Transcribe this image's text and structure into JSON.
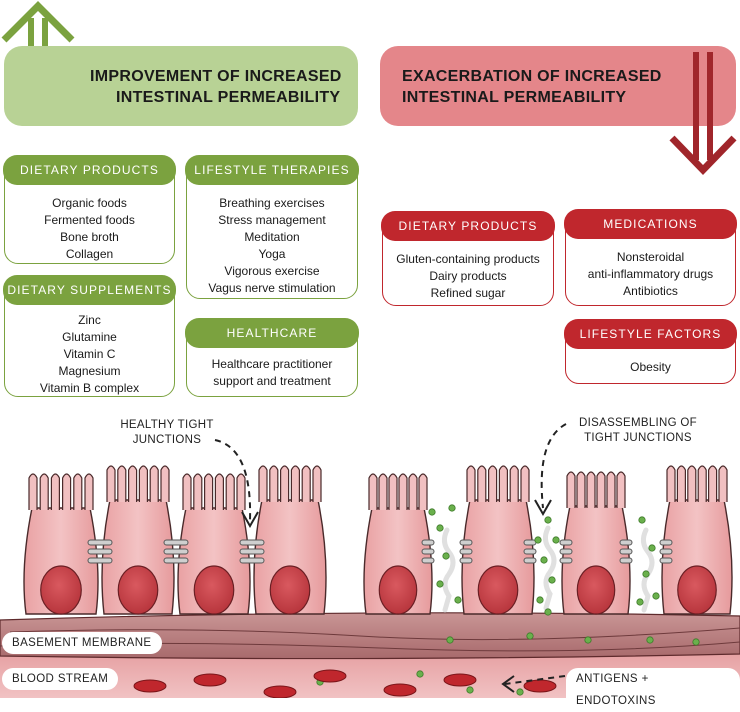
{
  "improve": {
    "title_l1": "IMPROVEMENT OF INCREASED",
    "title_l2": "INTESTINAL PERMEABILITY",
    "color": "#b8d295",
    "dietary_products": {
      "title": "DIETARY PRODUCTS",
      "items": [
        "Organic foods",
        "Fermented foods",
        "Bone broth",
        "Collagen"
      ]
    },
    "lifestyle_therapies": {
      "title": "LIFESTYLE THERAPIES",
      "items": [
        "Breathing exercises",
        "Stress management",
        "Meditation",
        "Yoga",
        "Vigorous exercise",
        "Vagus nerve stimulation"
      ]
    },
    "dietary_supplements": {
      "title": "DIETARY SUPPLEMENTS",
      "items": [
        "Zinc",
        "Glutamine",
        "Vitamin C",
        "Magnesium",
        "Vitamin B complex"
      ]
    },
    "healthcare": {
      "title": "HEALTHCARE",
      "items": [
        "Healthcare practitioner",
        "support and treatment"
      ]
    }
  },
  "exacerbate": {
    "title_l1": "EXACERBATION OF INCREASED",
    "title_l2": "INTESTINAL PERMEABILITY",
    "color": "#e4868a",
    "dietary_products": {
      "title": "DIETARY PRODUCTS",
      "items": [
        "Gluten-containing products",
        "Dairy products",
        "Refined sugar"
      ]
    },
    "medications": {
      "title": "MEDICATIONS",
      "items": [
        "Nonsteroidal",
        "anti-inflammatory drugs",
        "Antibiotics"
      ]
    },
    "lifestyle_factors": {
      "title": "LIFESTYLE FACTORS",
      "items": [
        "Obesity"
      ]
    }
  },
  "diagram": {
    "healthy_l1": "HEALTHY TIGHT",
    "healthy_l2": "JUNCTIONS",
    "disassembling_l1": "DISASSEMBLING OF",
    "disassembling_l2": "TIGHT JUNCTIONS",
    "basement_membrane": "BASEMENT MEMBRANE",
    "blood_stream": "BLOOD STREAM",
    "antigens": "ANTIGENS + ENDOTOXINS"
  }
}
